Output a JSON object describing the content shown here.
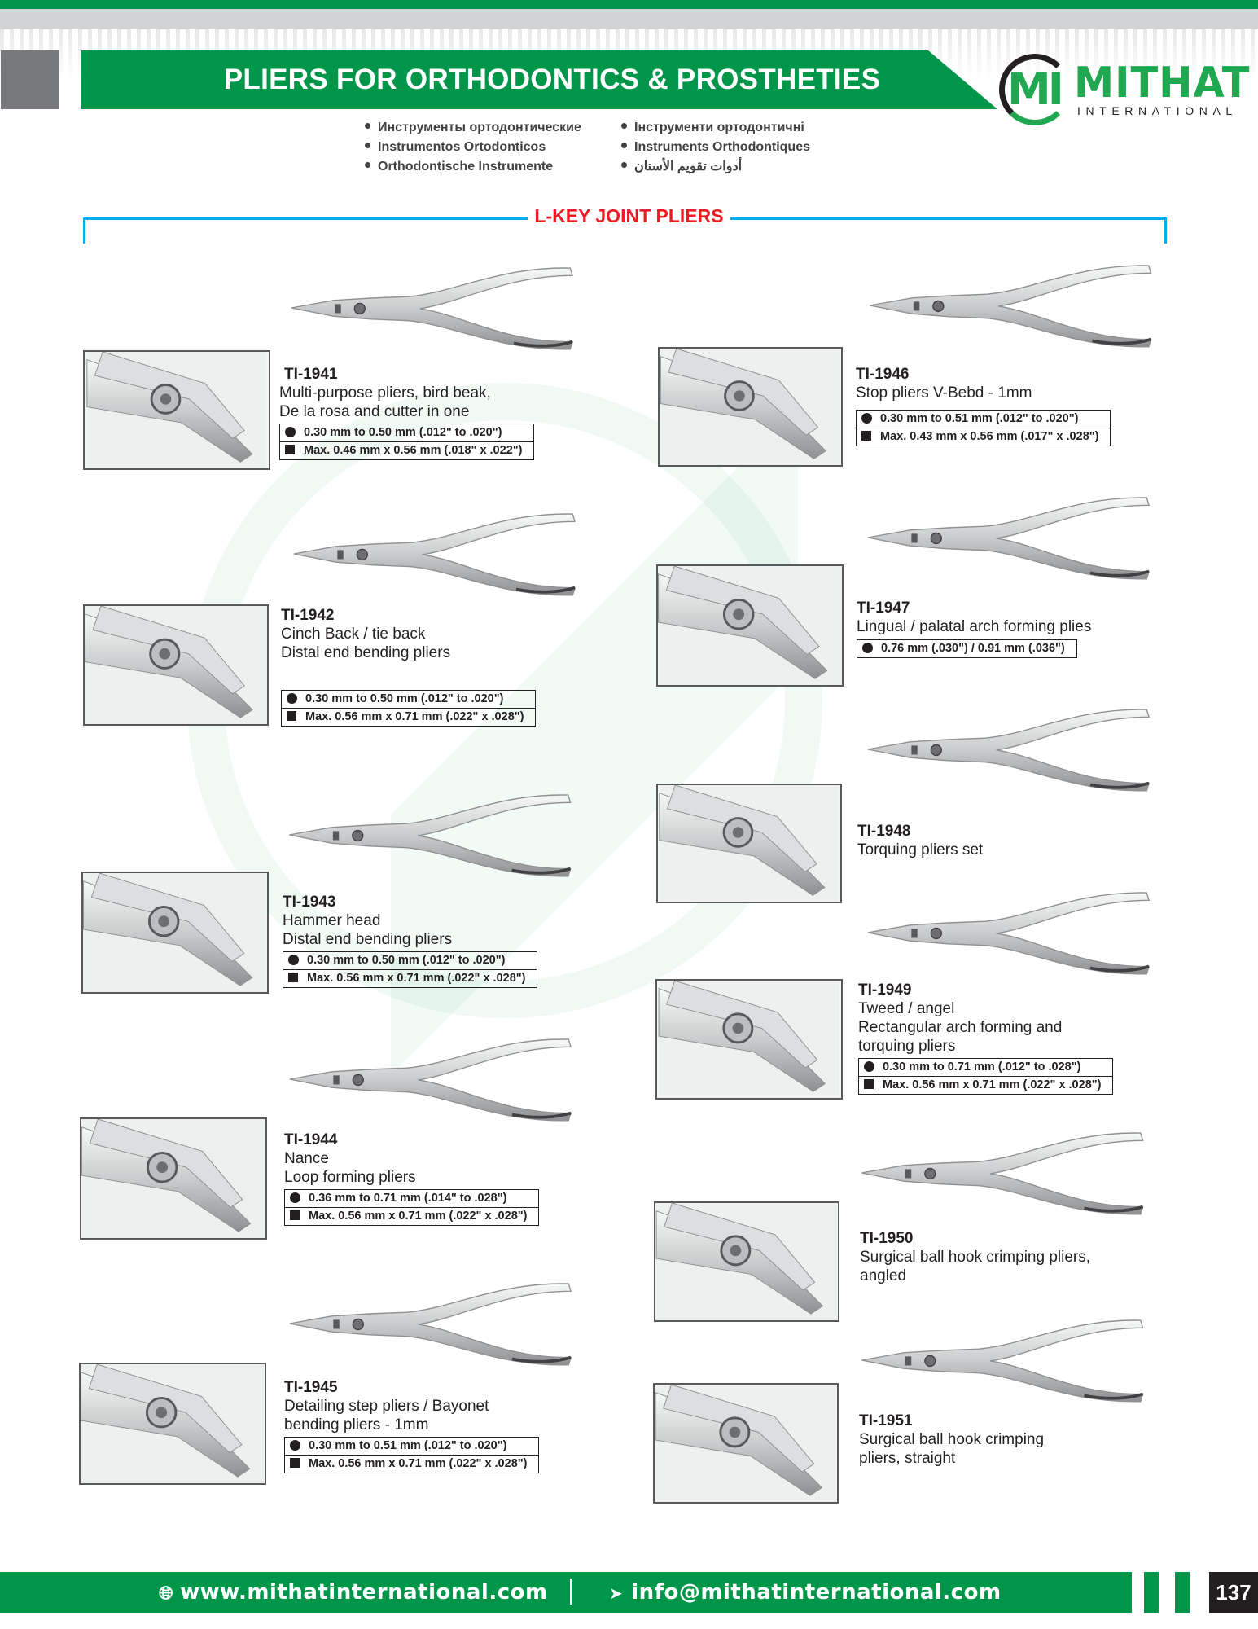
{
  "header": {
    "title": "PLIERS FOR ORTHODONTICS & PROSTHETIES",
    "brand_name": "MITHAT",
    "brand_sub": "INTERNATIONAL",
    "brand_mark": "MI",
    "colors": {
      "brand_green": "#00964a",
      "section_red": "#ed1c24",
      "frame_blue": "#00aeef"
    }
  },
  "languages": [
    "Инструменты ортодонтические",
    "Інструменти ортодонтичні",
    "Instrumentos Ortodonticos",
    "Instruments Orthodontiques",
    "Orthodontische Instrumente",
    "أدوات تقويم الأسنان"
  ],
  "section": {
    "title": "L-KEY JOINT PLIERS"
  },
  "products": [
    {
      "code": "TI-1941",
      "desc": [
        "Multi-purpose pliers, bird beak,",
        "De la rosa and cutter in one"
      ],
      "specs": [
        {
          "icon": "circle",
          "text": "0.30 mm to 0.50 mm (.012\" to .020\")"
        },
        {
          "icon": "square",
          "text": "Max. 0.46 mm x 0.56 mm (.018\" x .022\")"
        }
      ]
    },
    {
      "code": "TI-1942",
      "desc": [
        "Cinch Back / tie back",
        "Distal end bending pliers"
      ],
      "specs": [
        {
          "icon": "circle",
          "text": "0.30 mm to 0.50 mm (.012\" to .020\")"
        },
        {
          "icon": "square",
          "text": "Max. 0.56 mm x 0.71 mm (.022\" x .028\")"
        }
      ]
    },
    {
      "code": "TI-1943",
      "desc": [
        "Hammer head",
        "Distal end bending pliers"
      ],
      "specs": [
        {
          "icon": "circle",
          "text": "0.30 mm to 0.50 mm (.012\" to .020\")"
        },
        {
          "icon": "square",
          "text": "Max. 0.56 mm x 0.71 mm (.022\" x .028\")"
        }
      ]
    },
    {
      "code": "TI-1944",
      "desc": [
        "Nance",
        "Loop forming pliers"
      ],
      "specs": [
        {
          "icon": "circle",
          "text": "0.36 mm to 0.71 mm (.014\" to .028\")"
        },
        {
          "icon": "square",
          "text": "Max. 0.56 mm x 0.71 mm (.022\" x .028\")"
        }
      ]
    },
    {
      "code": "TI-1945",
      "desc": [
        "Detailing step pliers / Bayonet",
        "bending pliers - 1mm"
      ],
      "specs": [
        {
          "icon": "circle",
          "text": "0.30 mm to 0.51 mm (.012\" to .020\")"
        },
        {
          "icon": "square",
          "text": "Max. 0.56 mm x 0.71 mm (.022\" x .028\")"
        }
      ]
    },
    {
      "code": "TI-1946",
      "desc": [
        "Stop pliers V-Bebd - 1mm"
      ],
      "specs": [
        {
          "icon": "circle",
          "text": "0.30 mm to 0.51 mm (.012\" to .020\")"
        },
        {
          "icon": "square",
          "text": "Max. 0.43 mm x 0.56 mm (.017\" x .028\")"
        }
      ]
    },
    {
      "code": "TI-1947",
      "desc": [
        "Lingual / palatal arch forming plies"
      ],
      "specs": [
        {
          "icon": "circle",
          "text": "0.76 mm (.030\") / 0.91 mm (.036\")"
        }
      ]
    },
    {
      "code": "TI-1948",
      "desc": [
        "Torquing pliers set"
      ],
      "specs": []
    },
    {
      "code": "TI-1949",
      "desc": [
        "Tweed / angel",
        "Rectangular arch forming and",
        "torquing pliers"
      ],
      "specs": [
        {
          "icon": "circle",
          "text": "0.30 mm to 0.71 mm (.012\" to .028\")"
        },
        {
          "icon": "square",
          "text": "Max. 0.56 mm x 0.71 mm (.022\" x .028\")"
        }
      ]
    },
    {
      "code": "TI-1950",
      "desc": [
        "Surgical ball hook crimping pliers,",
        "angled"
      ],
      "specs": []
    },
    {
      "code": "TI-1951",
      "desc": [
        "Surgical ball hook crimping",
        "pliers, straight"
      ],
      "specs": []
    }
  ],
  "footer": {
    "website": "www.mithatinternational.com",
    "email": "info@mithatinternational.com",
    "separator": "|",
    "page_number": "137"
  }
}
